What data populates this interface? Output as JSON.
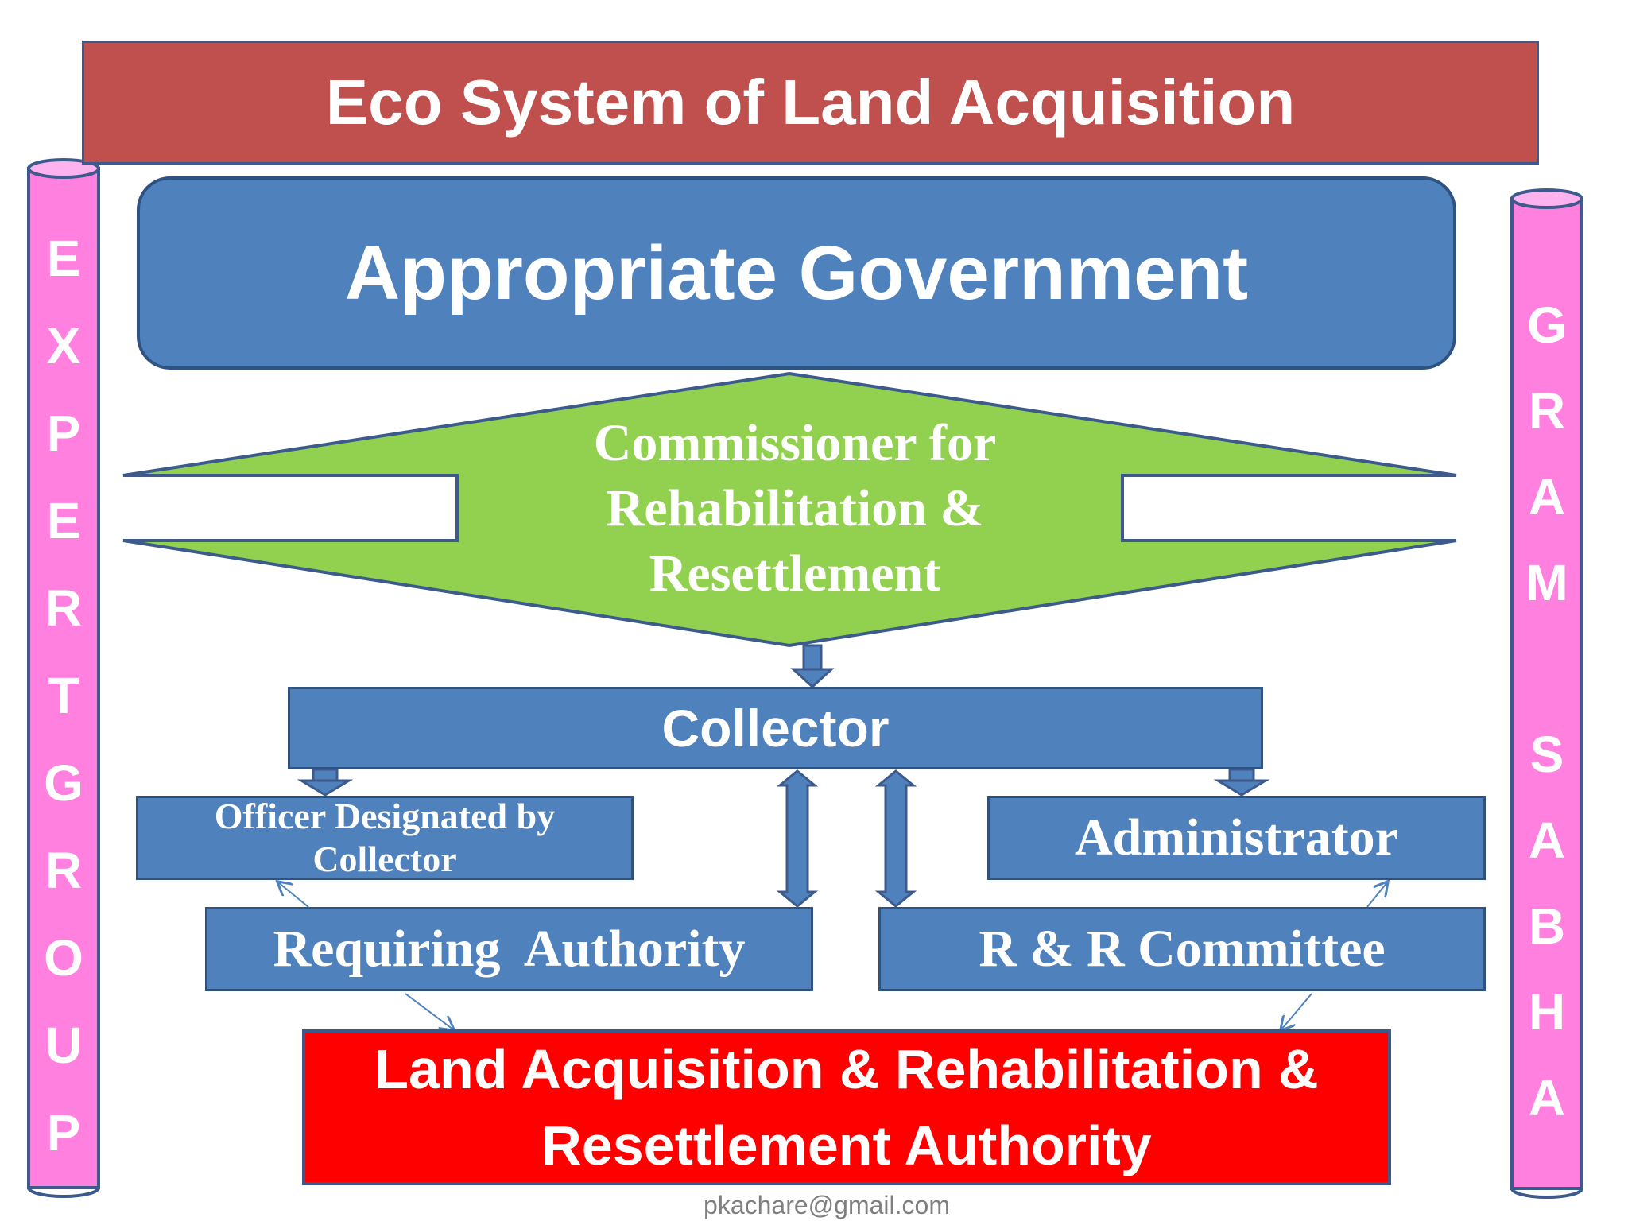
{
  "title": "Eco System of Land Acquisition",
  "government": "Appropriate Government",
  "commissioner": "Commissioner for\nRehabilitation &\nResettlement",
  "collector": "Collector",
  "officer": "Officer Designated by\nCollector",
  "administrator": "Administrator",
  "requiring_authority": "Requiring  Authority",
  "rr_committee": "R & R Committee",
  "authority": "Land Acquisition & Rehabilitation &\nResettlement Authority",
  "expert_group_letters": [
    "E",
    "X",
    "P",
    "E",
    "R",
    "T",
    "G",
    "R",
    "O",
    "U",
    "P"
  ],
  "gram_sabha_letters": [
    "G",
    "R",
    "A",
    "M",
    "",
    "S",
    "A",
    "B",
    "H",
    "A"
  ],
  "footer_email": "pkachare@gmail.com",
  "colors": {
    "title_bar": "#c0504d",
    "box_blue": "#4f81bd",
    "commissioner_green": "#92d050",
    "authority_red": "#ff0000",
    "pillar_pink": "#ff80df"
  }
}
